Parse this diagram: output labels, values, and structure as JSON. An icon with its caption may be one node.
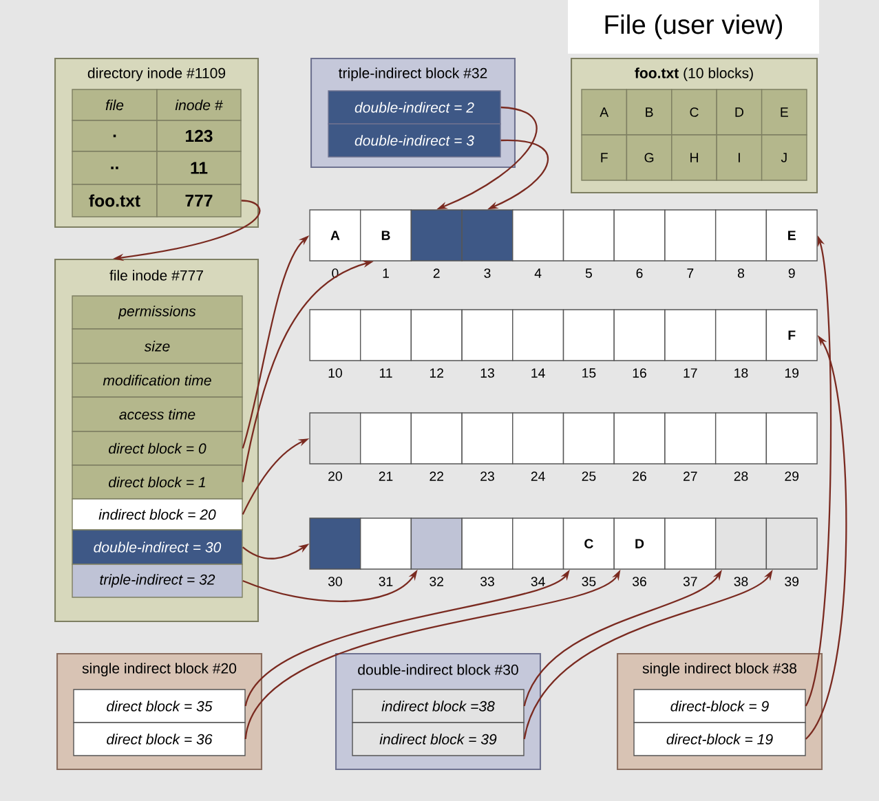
{
  "diagram": {
    "title": "File (user view)",
    "nodes": [
      {
        "text": [
          "directory inode #1109"
        ]
      },
      {
        "text": [
          "file"
        ],
        "in": 0
      },
      {
        "text": [
          "inode #"
        ],
        "in": 0
      },
      {
        "text": [
          "."
        ],
        "in": 0
      },
      {
        "text": [
          "123"
        ],
        "in": 0
      },
      {
        "text": [
          ".."
        ],
        "in": 0
      },
      {
        "text": [
          "11"
        ],
        "in": 0
      },
      {
        "text": [
          "foo.txt"
        ],
        "in": 0
      },
      {
        "text": [
          "777"
        ],
        "in": 0
      },
      {
        "text": [
          "file inode #777"
        ]
      },
      {
        "text": [
          "permissions"
        ],
        "in": 9
      },
      {
        "text": [
          "size"
        ],
        "in": 9
      },
      {
        "text": [
          "modification time"
        ],
        "in": 9
      },
      {
        "text": [
          "access time"
        ],
        "in": 9
      },
      {
        "text": [
          "direct block = 0"
        ],
        "in": 9
      },
      {
        "text": [
          "direct block = 1"
        ],
        "in": 9
      },
      {
        "text": [
          "indirect block = 20"
        ],
        "in": 9
      },
      {
        "text": [
          "double-indirect = 30"
        ],
        "in": 9
      },
      {
        "text": [
          "triple-indirect = 32"
        ],
        "in": 9
      },
      {
        "text": [
          "triple-indirect block #32"
        ]
      },
      {
        "text": [
          "double-indirect = 2"
        ],
        "in": 19
      },
      {
        "text": [
          "double-indirect = 3"
        ],
        "in": 19
      },
      {
        "text": [
          "**foo.txt** (10 blocks)"
        ]
      },
      {
        "text": [
          "A"
        ],
        "in": 22
      },
      {
        "text": [
          "B"
        ],
        "in": 22
      },
      {
        "text": [
          "C"
        ],
        "in": 22
      },
      {
        "text": [
          "D"
        ],
        "in": 22
      },
      {
        "text": [
          "E"
        ],
        "in": 22
      },
      {
        "text": [
          "F"
        ],
        "in": 22
      },
      {
        "text": [
          "G"
        ],
        "in": 22
      },
      {
        "text": [
          "H"
        ],
        "in": 22
      },
      {
        "text": [
          "I"
        ],
        "in": 22
      },
      {
        "text": [
          "J"
        ],
        "in": 22
      },
      {
        "text": [
          "A"
        ],
        "beside": [
          "0"
        ]
      },
      {
        "text": [
          "B"
        ],
        "beside": [
          "1"
        ]
      },
      {
        "text": [],
        "shape": "box",
        "beside": [
          "2"
        ]
      },
      {
        "text": [],
        "shape": "box",
        "beside": [
          "3"
        ]
      },
      {
        "text": [],
        "shape": "box",
        "beside": [
          "4"
        ]
      },
      {
        "text": [],
        "shape": "box",
        "beside": [
          "5"
        ]
      },
      {
        "text": [],
        "shape": "box",
        "beside": [
          "6"
        ]
      },
      {
        "text": [],
        "shape": "box",
        "beside": [
          "7"
        ]
      },
      {
        "text": [],
        "shape": "box",
        "beside": [
          "8"
        ]
      },
      {
        "text": [
          "E"
        ],
        "beside": [
          "9"
        ]
      },
      {
        "text": [],
        "shape": "box",
        "beside": [
          "10"
        ]
      },
      {
        "text": [],
        "shape": "box",
        "beside": [
          "11"
        ]
      },
      {
        "text": [],
        "shape": "box",
        "beside": [
          "12"
        ]
      },
      {
        "text": [],
        "shape": "box",
        "beside": [
          "13"
        ]
      },
      {
        "text": [],
        "shape": "box",
        "beside": [
          "14"
        ]
      },
      {
        "text": [],
        "shape": "box",
        "beside": [
          "15"
        ]
      },
      {
        "text": [],
        "shape": "box",
        "beside": [
          "16"
        ]
      },
      {
        "text": [],
        "shape": "box",
        "beside": [
          "17"
        ]
      },
      {
        "text": [],
        "shape": "box",
        "beside": [
          "18"
        ]
      },
      {
        "text": [
          "F"
        ],
        "beside": [
          "19"
        ]
      },
      {
        "text": [],
        "shape": "box",
        "beside": [
          "20"
        ]
      },
      {
        "text": [],
        "shape": "box",
        "beside": [
          "21"
        ]
      },
      {
        "text": [],
        "shape": "box",
        "beside": [
          "22"
        ]
      },
      {
        "text": [],
        "shape": "box",
        "beside": [
          "23"
        ]
      },
      {
        "text": [],
        "shape": "box",
        "beside": [
          "24"
        ]
      },
      {
        "text": [],
        "shape": "box",
        "beside": [
          "25"
        ]
      },
      {
        "text": [],
        "shape": "box",
        "beside": [
          "26"
        ]
      },
      {
        "text": [],
        "shape": "box",
        "beside": [
          "27"
        ]
      },
      {
        "text": [],
        "shape": "box",
        "beside": [
          "28"
        ]
      },
      {
        "text": [],
        "shape": "box",
        "beside": [
          "29"
        ]
      },
      {
        "text": [],
        "shape": "box",
        "beside": [
          "30"
        ]
      },
      {
        "text": [],
        "shape": "box",
        "beside": [
          "31"
        ]
      },
      {
        "text": [],
        "shape": "box",
        "beside": [
          "32"
        ]
      },
      {
        "text": [],
        "shape": "box",
        "beside": [
          "33"
        ]
      },
      {
        "text": [],
        "shape": "box",
        "beside": [
          "34"
        ]
      },
      {
        "text": [
          "C"
        ],
        "beside": [
          "35"
        ]
      },
      {
        "text": [
          "D"
        ],
        "beside": [
          "36"
        ]
      },
      {
        "text": [],
        "shape": "box",
        "beside": [
          "37"
        ]
      },
      {
        "text": [],
        "shape": "box",
        "beside": [
          "38"
        ]
      },
      {
        "text": [],
        "shape": "box",
        "beside": [
          "39"
        ]
      },
      {
        "text": [
          "single indirect block #20"
        ]
      },
      {
        "text": [
          "direct block = 35"
        ],
        "in": 73
      },
      {
        "text": [
          "direct block = 36"
        ],
        "in": 73
      },
      {
        "text": [
          "double-indirect block #30"
        ]
      },
      {
        "text": [
          "indirect block =38"
        ],
        "in": 76
      },
      {
        "text": [
          "indirect block = 39"
        ],
        "in": 76
      },
      {
        "text": [
          "single indirect block #38"
        ]
      },
      {
        "text": [
          "direct-block = 9"
        ],
        "in": 79
      },
      {
        "text": [
          "direct-block = 19"
        ],
        "in": 79
      }
    ],
    "edges": [
      {
        "from": 8,
        "to": 9,
        "arrow": "to"
      },
      {
        "from": 14,
        "to": 33,
        "arrow": "to"
      },
      {
        "from": 15,
        "to": 34,
        "arrow": "to"
      },
      {
        "from": 16,
        "to": 53,
        "arrow": "to"
      },
      {
        "from": 17,
        "to": 63,
        "arrow": "to"
      },
      {
        "from": 18,
        "to": 65,
        "arrow": "to"
      },
      {
        "from": 74,
        "to": 68,
        "arrow": "to"
      },
      {
        "from": 75,
        "to": 69,
        "arrow": "to"
      },
      {
        "from": 77,
        "to": 71,
        "arrow": "to"
      },
      {
        "from": 78,
        "to": 72,
        "arrow": "to"
      },
      {
        "from": 80,
        "to": 42,
        "arrow": "to"
      },
      {
        "from": 81,
        "to": 52,
        "arrow": "to"
      },
      {
        "from": 20,
        "to": 35,
        "arrow": "to"
      },
      {
        "from": 21,
        "to": 36,
        "arrow": "to"
      }
    ]
  }
}
